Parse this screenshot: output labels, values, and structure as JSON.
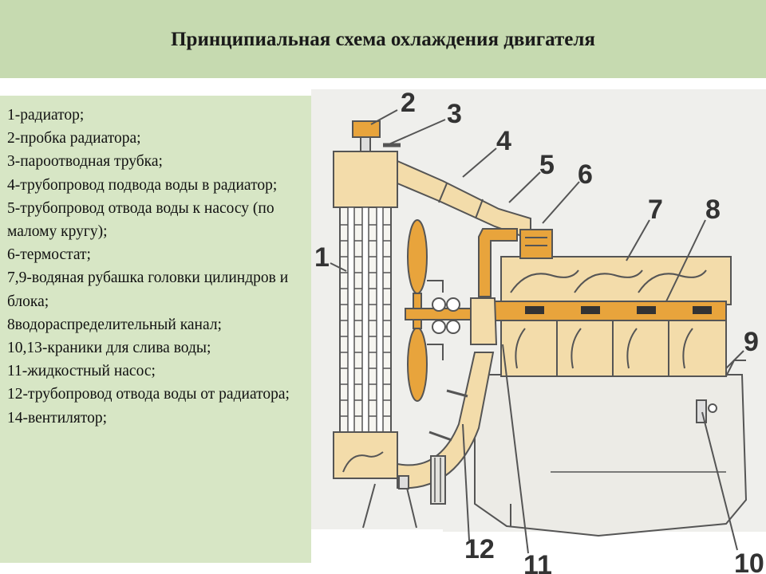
{
  "title": "Принципиальная схема охлаждения двигателя",
  "legend": [
    "1-радиатор;",
    "2-пробка радиатора;",
    "3-пароотводная трубка;",
    "4-трубопровод подвода воды в радиатор;",
    "5-трубопровод отвода воды к насосу (по малому кругу);",
    "6-термостат;",
    "7,9-водяная рубашка головки цилиндров и блока;",
    "8водораспределительный канал;",
    "10,13-краники для слива воды;",
    "11-жидкостный насос;",
    "12-трубопровод отвода воды от радиатора;",
    "14-вентилятор;"
  ],
  "callouts": {
    "n1": "1",
    "n2": "2",
    "n3": "3",
    "n4": "4",
    "n5": "5",
    "n6": "6",
    "n7": "7",
    "n8": "8",
    "n9": "9",
    "n10": "10",
    "n11": "11",
    "n12": "12"
  },
  "colors": {
    "title_bg": "#c6dab0",
    "legend_bg": "#d7e6c5",
    "coolant": "#e8a43c",
    "coolant_light": "#f3dcaa",
    "outline": "#555555",
    "diagram_bg": "#eeeeec"
  }
}
